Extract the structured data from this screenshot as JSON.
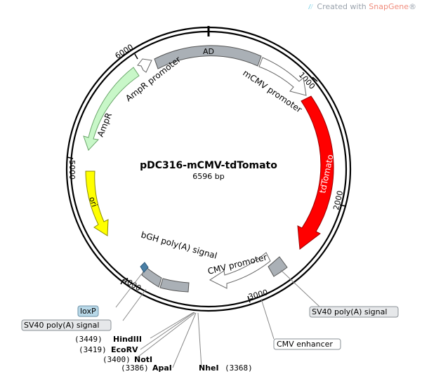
{
  "watermark": {
    "prefix": "Created with ",
    "brand": "SnapGene",
    "mark": "®"
  },
  "plasmid": {
    "name": "pDC316-mCMV-tdTomato",
    "length_label": "6596 bp"
  },
  "ticks": [
    "1000",
    "2000",
    "3000",
    "4000",
    "5000",
    "6000"
  ],
  "features": {
    "ad": "AD",
    "mcmv": "mCMV promoter",
    "tdtomato": "tdTomato",
    "cmv_promoter": "CMV promoter",
    "bgh": "bGH poly(A) signal",
    "ori": "ori",
    "ampr": "AmpR",
    "ampr_promoter": "AmpR promoter"
  },
  "callouts": {
    "loxp": "loxP",
    "sv40_left": "SV40 poly(A) signal",
    "sv40_right": "SV40 poly(A) signal",
    "cmv_enhancer": "CMV enhancer"
  },
  "sites": [
    {
      "pos": "(3449)",
      "name": "HindIII"
    },
    {
      "pos": "(3419)",
      "name": "EcoRV"
    },
    {
      "pos": "(3400)",
      "name": "NotI"
    },
    {
      "pos": "(3386)",
      "name": "ApaI"
    },
    {
      "pos": "(3368)",
      "name": "NheI"
    }
  ],
  "colors": {
    "ad": "#aab0b6",
    "tdtomato": "#ff0000",
    "ori": "#ffff00",
    "ampr": "#c8f7c8",
    "promoter": "#ffffff",
    "polyA": "#aab0b6",
    "loxp_fill": "#b8d8e8",
    "loxp_mark": "#4a7fa5"
  }
}
